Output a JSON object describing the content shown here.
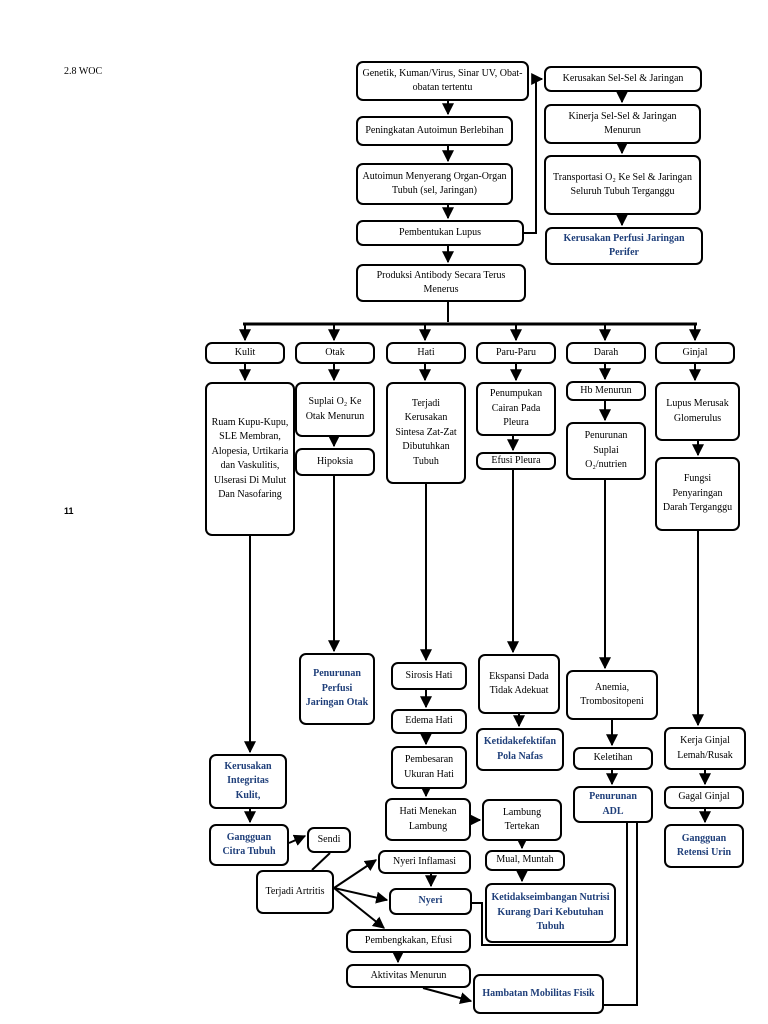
{
  "heading": "2.8 WOC",
  "page_number": "11",
  "nodes": {
    "n_genetik": "Genetik, Kuman/Virus, Sinar UV, Obat-obatan tertentu",
    "n_autoimun1": "Peningkatan Autoimun Berlebihan",
    "n_autoimun2": "Autoimun Menyerang Organ-Organ Tubuh (sel, Jaringan)",
    "n_lupus": "Pembentukan Lupus",
    "n_antibody": "Produksi Antibody Secara Terus Menerus",
    "n_kerusakan_sel": "Kerusakan Sel-Sel & Jaringan",
    "n_kinerja": "Kinerja Sel-Sel & Jaringan Menurun",
    "n_transport": "Transportasi O₂ Ke Sel & Jaringan Seluruh Tubuh Terganggu",
    "n_perfusi_perifer": "Kerusakan Perfusi Jaringan Perifer",
    "n_kulit": "Kulit",
    "n_otak": "Otak",
    "n_hati": "Hati",
    "n_paru": "Paru-Paru",
    "n_darah": "Darah",
    "n_ginjal": "Ginjal",
    "n_ruam": "Ruam Kupu-Kupu, SLE Membran, Alopesia, Urtikaria dan Vaskulitis, Ulserasi Di Mulut Dan Nasofaring",
    "n_suplai_otak": "Suplai O₂ Ke Otak Menurun",
    "n_hipoksia": "Hipoksia",
    "n_sintesa": "Terjadi Kerusakan Sintesa Zat-Zat Dibutuhkan Tubuh",
    "n_penumpukan": "Penumpukan Cairan Pada Pleura",
    "n_efusi": "Efusi Pleura",
    "n_hb": "Hb Menurun",
    "n_suplai_nutrien": "Penurunan Suplai O₂/nutrien",
    "n_lupus_glom": "Lupus Merusak Glomerulus",
    "n_fungsi_ginjal": "Fungsi Penyaringan Darah Terganggu",
    "n_perfusi_otak": "Penurunan Perfusi Jaringan Otak",
    "n_sirosis": "Sirosis Hati",
    "n_edema": "Edema Hati",
    "n_pembesaran": "Pembesaran Ukuran Hati",
    "n_menekan": "Hati Menekan Lambung",
    "n_lambung": "Lambung Tertekan",
    "n_mual": "Mual, Muntah",
    "n_nutrisi": "Ketidakseimbangan Nutrisi Kurang Dari Kebutuhan Tubuh",
    "n_ekspansi": "Ekspansi Dada Tidak Adekuat",
    "n_pola_nafas": "Ketidakefektifan Pola Nafas",
    "n_anemia": "Anemia, Trombositopeni",
    "n_keletihan": "Keletihan",
    "n_adl": "Penurunan ADL",
    "n_kerja_ginjal": "Kerja Ginjal Lemah/Rusak",
    "n_gagal_ginjal": "Gagal Ginjal",
    "n_retensi": "Gangguan Retensi Urin",
    "n_integritas": "Kerusakan Integritas Kulit,",
    "n_citra": "Gangguan Citra Tubuh",
    "n_sendi": "Sendi",
    "n_artritis": "Terjadi Artritis",
    "n_nyeri_inf": "Nyeri Inflamasi",
    "n_nyeri": "Nyeri",
    "n_pembengkakan": "Pembengkakan, Efusi",
    "n_aktivitas": "Aktivitas Menurun",
    "n_mobilitas": "Hambatan Mobilitas Fisik"
  },
  "colors": {
    "line": "#000000",
    "diagnosis_text": "#1f3f7a",
    "background": "#ffffff"
  }
}
